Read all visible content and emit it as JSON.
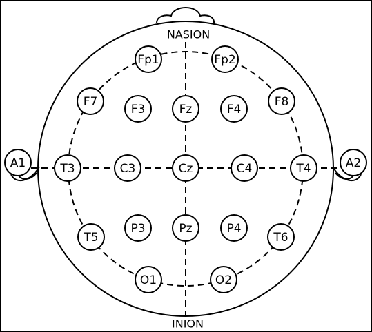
{
  "diagram": {
    "landmarks": {
      "top": "NASION",
      "bottom": "INION"
    },
    "electrodes": [
      {
        "id": "fp1",
        "label": "Fp1"
      },
      {
        "id": "fp2",
        "label": "Fp2"
      },
      {
        "id": "f7",
        "label": "F7"
      },
      {
        "id": "f3",
        "label": "F3"
      },
      {
        "id": "fz",
        "label": "Fz"
      },
      {
        "id": "f4",
        "label": "F4"
      },
      {
        "id": "f8",
        "label": "F8"
      },
      {
        "id": "a1",
        "label": "A1"
      },
      {
        "id": "t3",
        "label": "T3"
      },
      {
        "id": "c3",
        "label": "C3"
      },
      {
        "id": "cz",
        "label": "Cz"
      },
      {
        "id": "c4",
        "label": "C4"
      },
      {
        "id": "t4",
        "label": "T4"
      },
      {
        "id": "a2",
        "label": "A2"
      },
      {
        "id": "t5",
        "label": "T5"
      },
      {
        "id": "p3",
        "label": "P3"
      },
      {
        "id": "pz",
        "label": "Pz"
      },
      {
        "id": "p4",
        "label": "P4"
      },
      {
        "id": "t6",
        "label": "T6"
      },
      {
        "id": "o1",
        "label": "O1"
      },
      {
        "id": "o2",
        "label": "O2"
      }
    ]
  }
}
